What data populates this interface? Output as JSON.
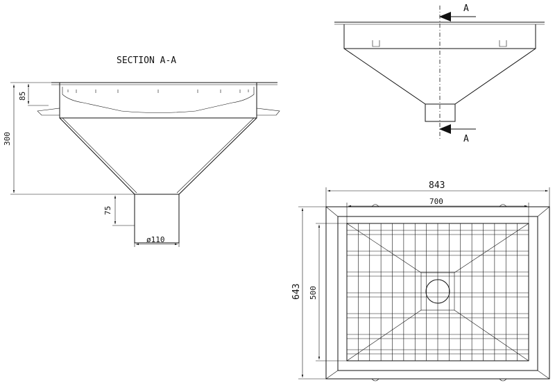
{
  "section": {
    "title": "SECTION A-A",
    "dims": {
      "flange_height": "85",
      "total_height": "300",
      "outlet_height": "75",
      "outlet_diameter": "ø110"
    }
  },
  "elevation": {
    "markers": {
      "top": "A",
      "bottom": "A"
    }
  },
  "plan": {
    "dims": {
      "outer_width": "843",
      "inner_width": "700",
      "outer_height": "643",
      "inner_height": "500"
    }
  }
}
